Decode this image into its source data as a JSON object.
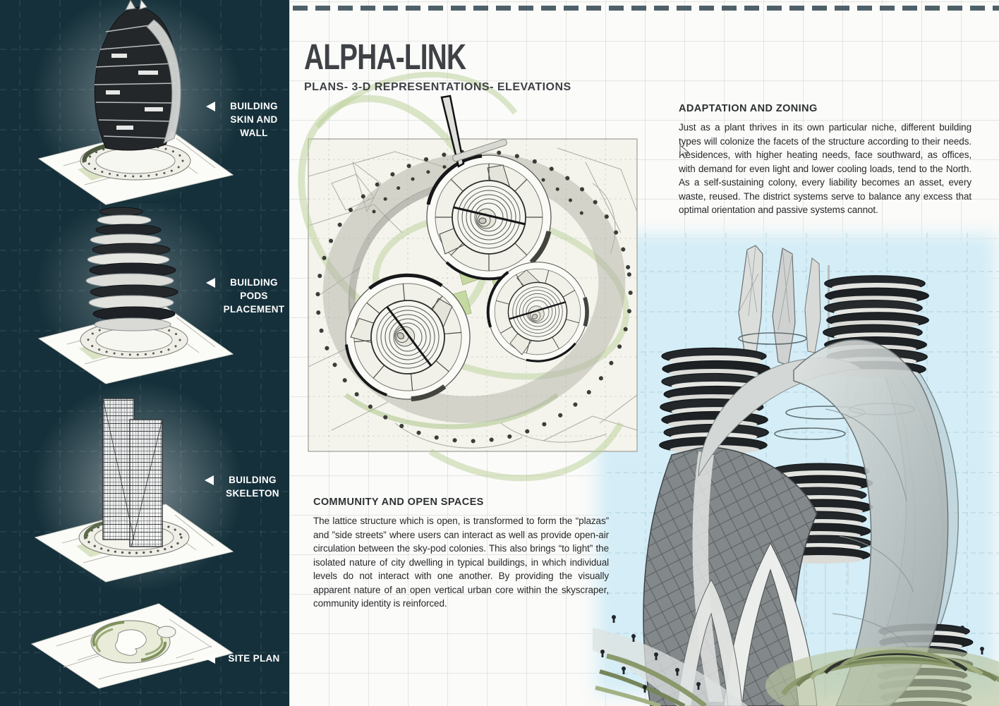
{
  "board": {
    "title": "ALPHA-LINK",
    "subtitle": "PLANS- 3-D REPRESENTATIONS- ELEVATIONS"
  },
  "sidebar": {
    "items": [
      {
        "label": "BUILDING\nSKIN AND\nWALL",
        "icon": "left-triangle-arrow"
      },
      {
        "label": "BUILDING\nPODS\nPLACEMENT",
        "icon": "left-triangle-arrow"
      },
      {
        "label": "BUILDING\nSKELETON",
        "icon": "left-triangle-arrow"
      },
      {
        "label": "SITE PLAN",
        "icon": "left-triangle-arrow"
      }
    ]
  },
  "sections": {
    "adaptation": {
      "heading": "ADAPTATION AND ZONING",
      "body": "Just as a plant thrives in its own particular niche, different building types will colonize the facets of the structure according to their needs. Residences, with higher heating needs, face southward, as offices, with demand for even light and lower cooling loads, tend to the North. As a self-sustaining colony, every liability becomes an asset, every waste, reused. The district systems serve to balance any excess that optimal orientation and passive systems cannot."
    },
    "community": {
      "heading": "COMMUNITY AND OPEN SPACES",
      "body": "The lattice structure which is open, is transformed to form the “plazas” and ”side streets” where users can interact as well as provide open-air circulation between the sky-pod colonies. This also brings “to light” the isolated nature of city dwelling in typical buildings, in which individual levels do not interact with one another. By providing the visually apparent nature of an open vertical urban core within the skyscraper, community identity is reinforced."
    }
  },
  "figures": {
    "plan_figure": "site-plan-drawing",
    "render_figure": "tower-colony-render",
    "thumb_1": "building-skin-and-wall-model",
    "thumb_2": "building-pods-placement-model",
    "thumb_3": "building-skeleton-model",
    "thumb_4": "site-plan-model"
  },
  "colors": {
    "sidebar_bg": "#15303a",
    "dash_rule": "#4e6068",
    "blue_wash": "#d4edf6",
    "title_text": "#3e4246",
    "body_text": "#27292b",
    "label_text": "#ffffff",
    "plan_green": "#b9cf97",
    "plan_paper": "#f4f4ed"
  }
}
